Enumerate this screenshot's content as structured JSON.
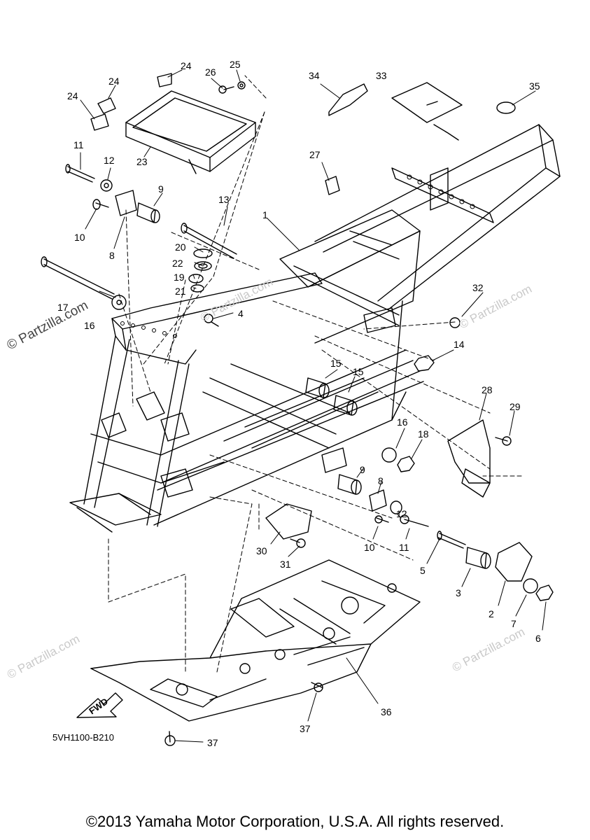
{
  "diagram": {
    "part_code": "5VH1100-B210",
    "fwd_label": "FWD",
    "callouts": [
      "1",
      "2",
      "3",
      "4",
      "5",
      "6",
      "7",
      "8",
      "8",
      "9",
      "9",
      "10",
      "10",
      "11",
      "11",
      "12",
      "12",
      "13",
      "14",
      "15",
      "15",
      "16",
      "16",
      "17",
      "18",
      "19",
      "20",
      "21",
      "22",
      "23",
      "24",
      "24",
      "24",
      "25",
      "26",
      "27",
      "28",
      "29",
      "30",
      "31",
      "32",
      "33",
      "34",
      "35",
      "36",
      "37",
      "37"
    ]
  },
  "watermarks": {
    "primary": "© Partzilla.com",
    "secondary": "© Partzilla.com"
  },
  "footer": {
    "copyright": "©2013 Yamaha Motor Corporation, U.S.A. All rights reserved."
  }
}
